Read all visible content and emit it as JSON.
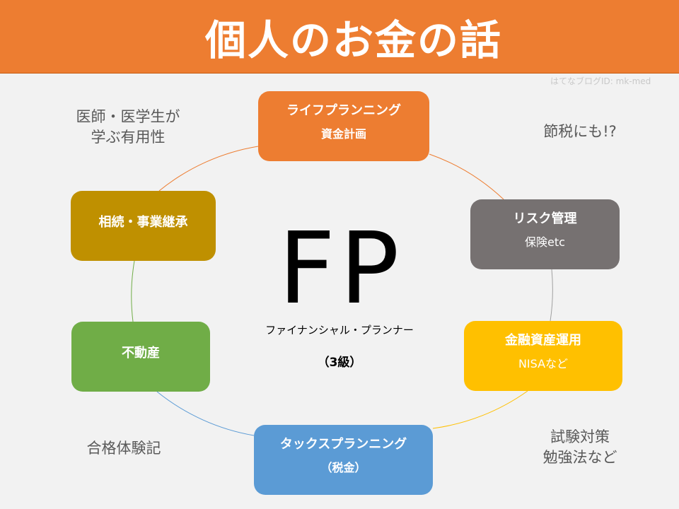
{
  "header": {
    "title": "個人のお金の話",
    "color": "#ed7d31"
  },
  "watermark": "はてなブログID: mk-med",
  "center": {
    "title": "FP",
    "subtitle": "ファイナンシャル・プランナー",
    "level": "（3級）"
  },
  "nodes": [
    {
      "id": "life-planning",
      "main": "ライフプランニング",
      "sub": "資金計画",
      "color": "#ed7d31"
    },
    {
      "id": "risk",
      "main": "リスク管理",
      "sub": "保険etc",
      "color": "#767171"
    },
    {
      "id": "finance",
      "main": "金融資産運用",
      "sub": "NISAなど",
      "color": "#ffc000"
    },
    {
      "id": "tax",
      "main": "タックスプランニング",
      "sub": "（税金）",
      "color": "#5b9bd5"
    },
    {
      "id": "real-estate",
      "main": "不動産",
      "sub": "",
      "color": "#70ad47"
    },
    {
      "id": "inheritance",
      "main": "相続・事業継承",
      "sub": "",
      "color": "#bf9000"
    }
  ],
  "notes": {
    "top_left_line1": "医師・医学生が",
    "top_left_line2": "学ぶ有用性",
    "top_right": "節税にも!?",
    "bottom_left": "合格体験記",
    "bottom_right_line1": "試験対策",
    "bottom_right_line2": "勉強法など"
  }
}
